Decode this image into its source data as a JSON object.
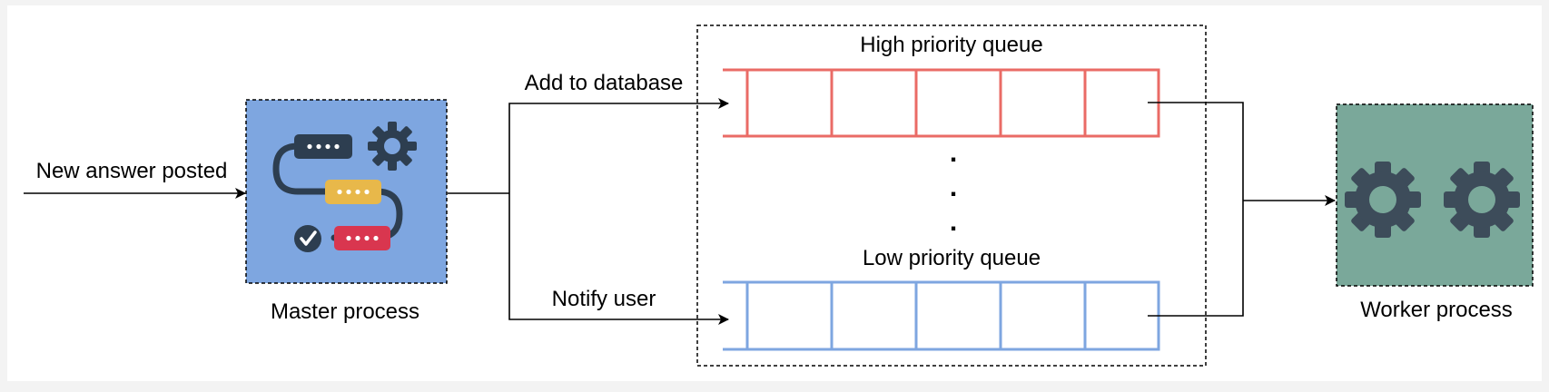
{
  "diagram": {
    "input_label": "New answer posted",
    "master": {
      "label": "Master process",
      "fill": "#7ea6e0",
      "icon": "workflow-icon"
    },
    "branch_top_label": "Add to database",
    "branch_bottom_label": "Notify user",
    "queues": [
      {
        "label": "High priority queue",
        "color": "#ea6b66",
        "slots": 5
      },
      {
        "label": "Low priority queue",
        "color": "#7ea6e0",
        "slots": 5
      }
    ],
    "ellipsis": [
      ".",
      ".",
      "."
    ],
    "worker": {
      "label": "Worker process",
      "fill": "#7aa89a",
      "icon": "gears-icon"
    }
  }
}
